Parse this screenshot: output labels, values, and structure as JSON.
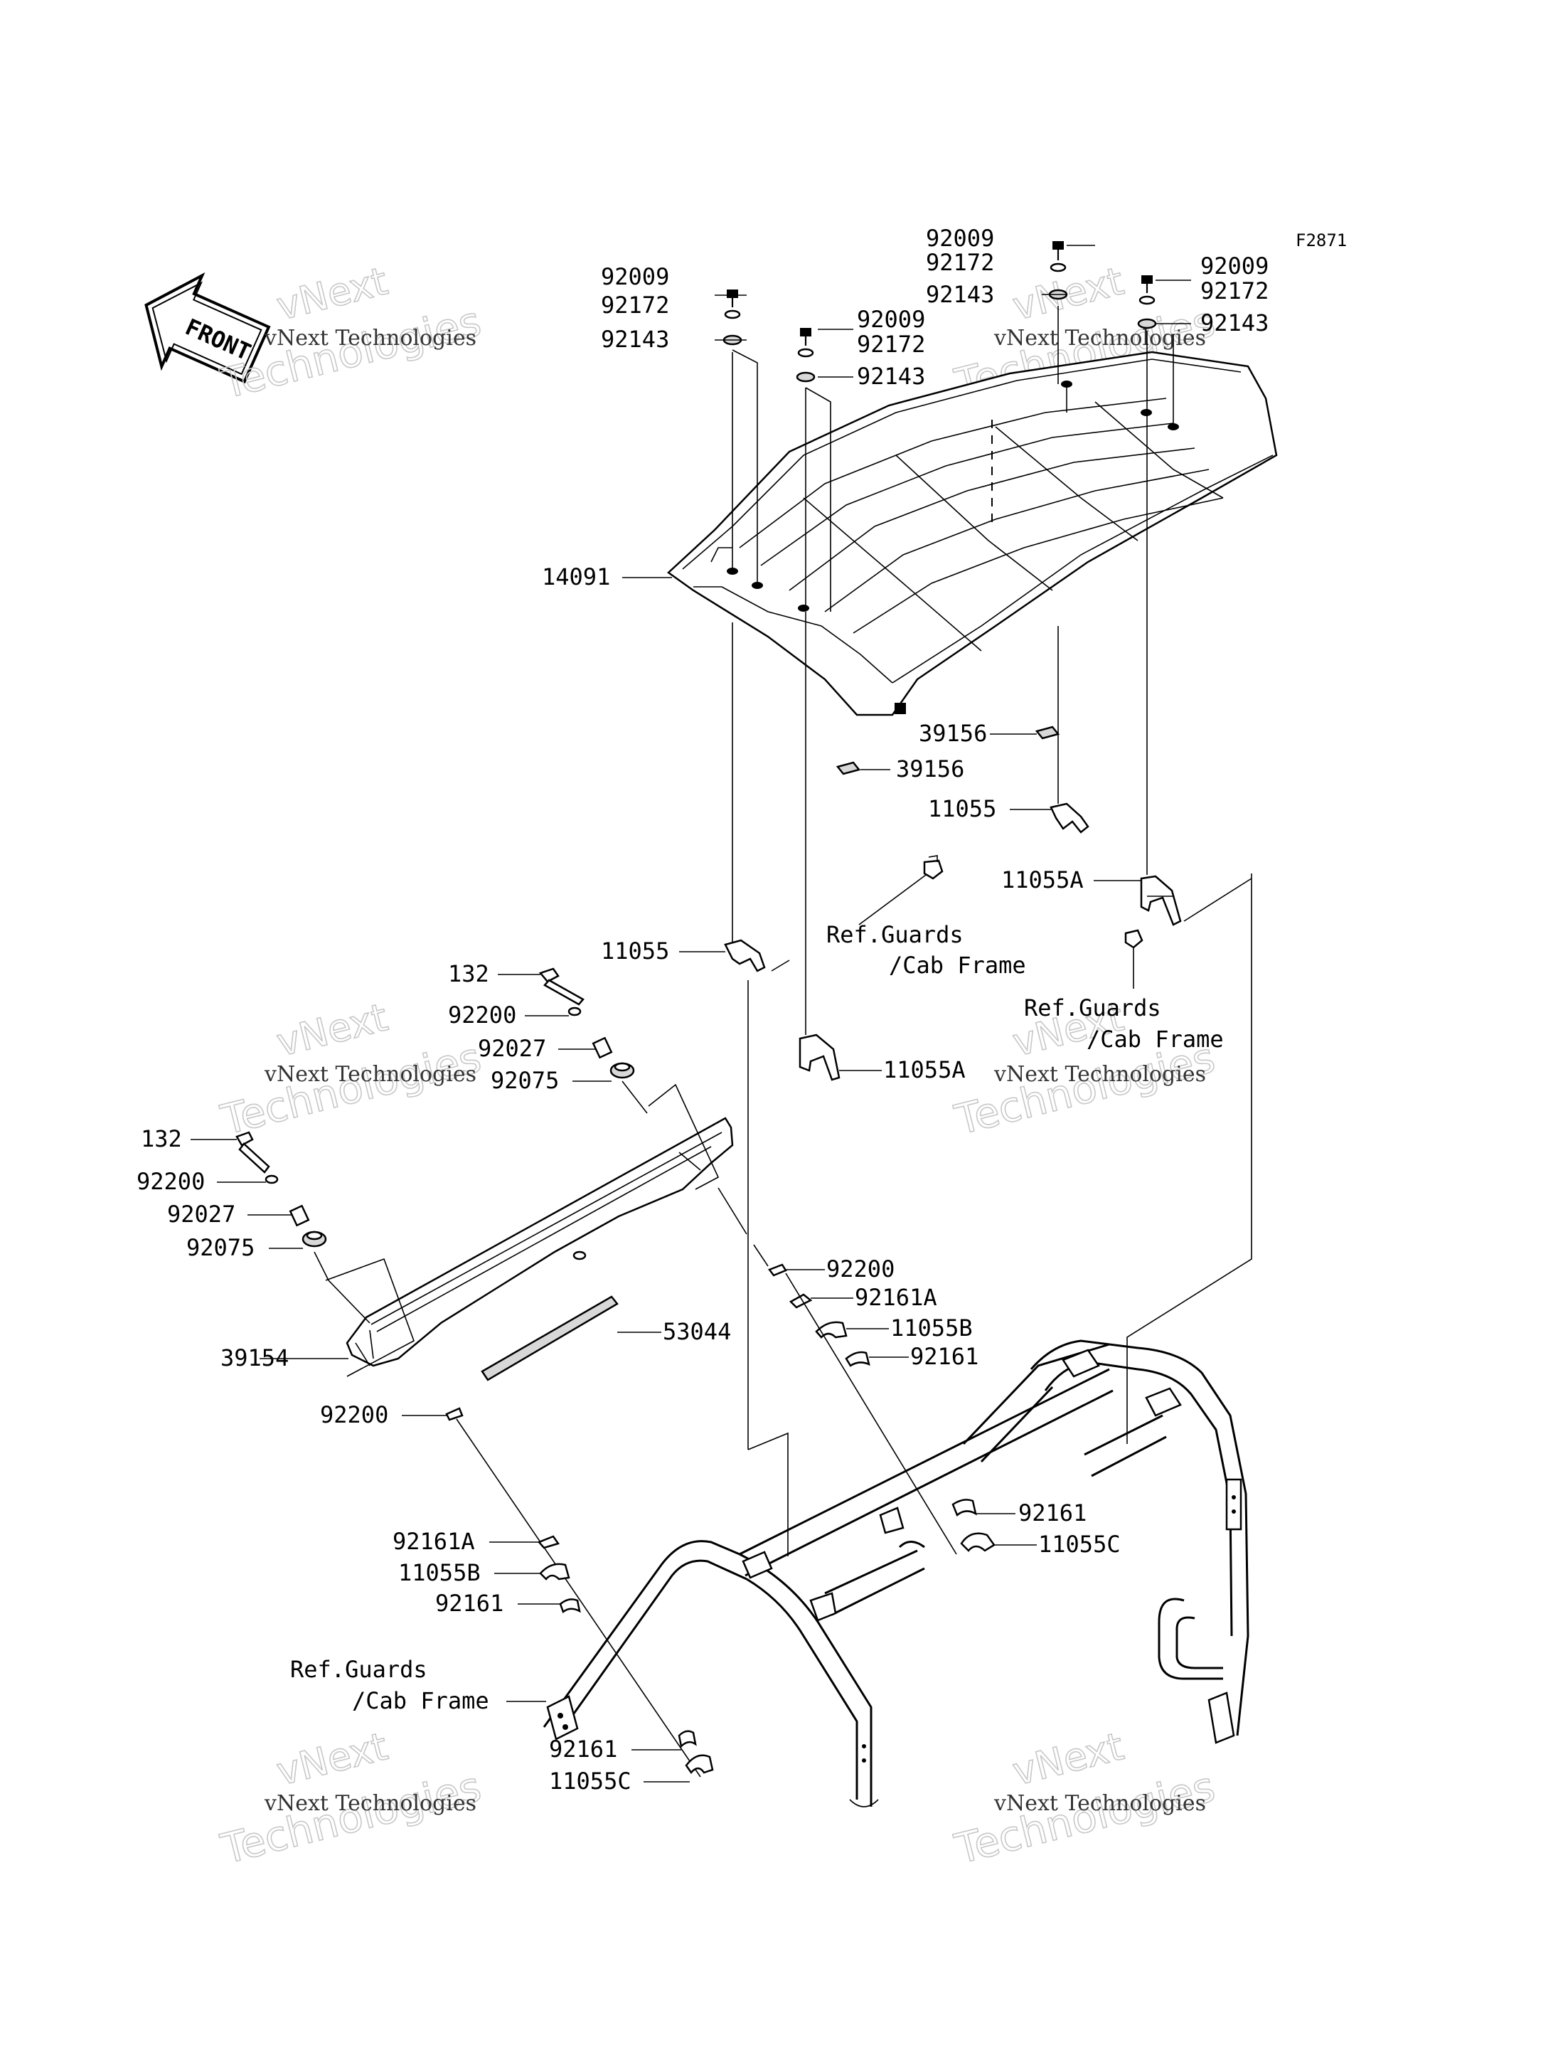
{
  "figure_code": "F2871",
  "front_arrow": {
    "text": "FRONT",
    "icon": "front-direction-arrow-icon"
  },
  "watermark": {
    "line1": "vNext",
    "line2": "Technologies",
    "small": "vNext Technologies"
  },
  "part_labels": {
    "roof_92009_a": "92009",
    "roof_92172_a": "92172",
    "roof_92143_a": "92143",
    "roof_92009_b": "92009",
    "roof_92172_b": "92172",
    "roof_92143_b": "92143",
    "roof_92009_c": "92009",
    "roof_92172_c": "92172",
    "roof_92143_c": "92143",
    "roof_92009_d": "92009",
    "roof_92172_d": "92172",
    "roof_92143_d": "92143",
    "roof": "14091",
    "pad_1": "39156",
    "pad_2": "39156",
    "bracket_r_1": "11055",
    "bracket_r_2": "11055A",
    "bracket_l_1": "11055",
    "bracket_l_2": "11055A",
    "ref_guards_1_line1": "Ref.Guards",
    "ref_guards_1_line2": "/Cab Frame",
    "ref_guards_2_line1": "Ref.Guards",
    "ref_guards_2_line2": "/Cab Frame",
    "ref_guards_3_line1": "Ref.Guards",
    "ref_guards_3_line2": "/Cab Frame",
    "bolt_r": "132",
    "washer_r": "92200",
    "collar_r": "92027",
    "damper_r": "92075",
    "bolt_l": "132",
    "washer_l": "92200",
    "collar_l": "92027",
    "damper_l": "92075",
    "visor": "39154",
    "seal": "53044",
    "washer_lower": "92200",
    "r_92200": "92200",
    "r_92161a": "92161A",
    "r_11055b": "11055B",
    "r_92161": "92161",
    "r_92161_low": "92161",
    "r_11055c": "11055C",
    "l_92161a": "92161A",
    "l_11055b": "11055B",
    "l_92161": "92161",
    "l_92161_low": "92161",
    "l_11055c": "11055C"
  }
}
